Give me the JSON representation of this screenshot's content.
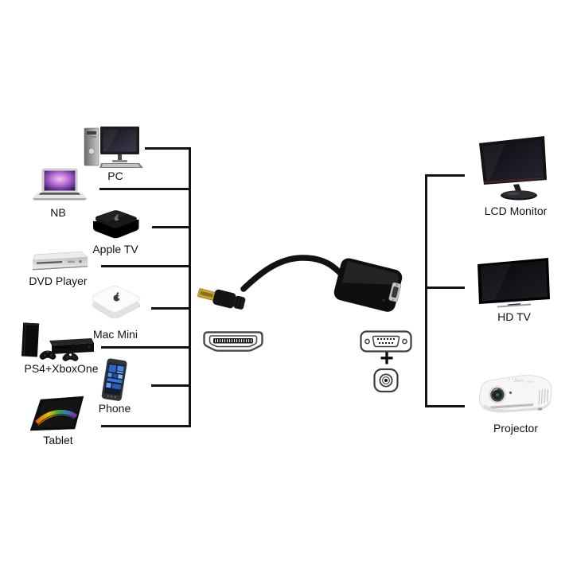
{
  "diagram": {
    "background_color": "#ffffff",
    "line_color": "#141414",
    "label_color": "#111111",
    "sources": [
      {
        "label": "PC",
        "icon": "desktop-pc-icon"
      },
      {
        "label": "NB",
        "icon": "notebook-icon"
      },
      {
        "label": "Apple TV",
        "icon": "apple-tv-icon"
      },
      {
        "label": "DVD Player",
        "icon": "dvd-player-icon"
      },
      {
        "label": "Mac Mini",
        "icon": "mac-mini-icon"
      },
      {
        "label": "PS4+XboxOne",
        "icon": "game-consoles-icon"
      },
      {
        "label": "Phone",
        "icon": "smartphone-icon"
      },
      {
        "label": "Tablet",
        "icon": "tablet-icon"
      }
    ],
    "adapter": {
      "plus_sign": "+",
      "icons": [
        "hdmi-adapter-cable-icon",
        "hdmi-port-icon",
        "vga-port-icon",
        "audio-jack-icon"
      ]
    },
    "displays": [
      {
        "label": "LCD Monitor",
        "icon": "lcd-monitor-icon"
      },
      {
        "label": "HD TV",
        "icon": "hd-tv-icon"
      },
      {
        "label": "Projector",
        "icon": "projector-icon"
      }
    ]
  }
}
